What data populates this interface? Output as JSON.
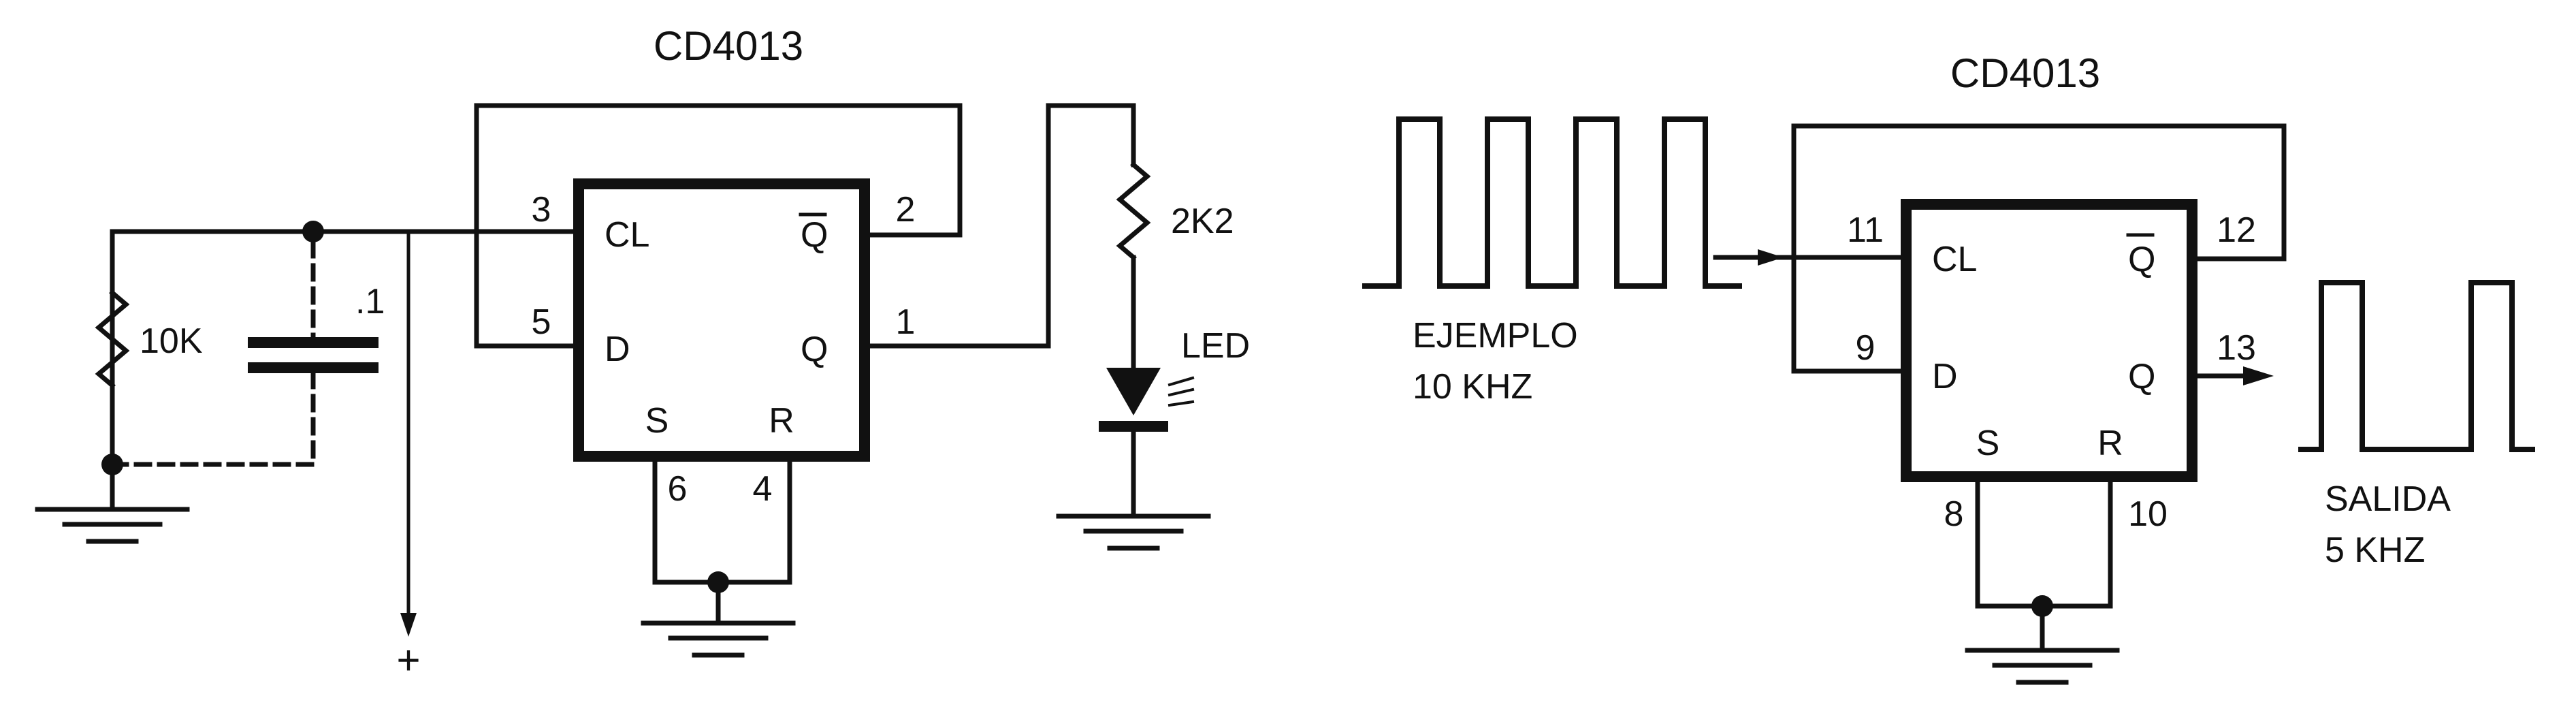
{
  "left_circuit": {
    "chip_title": "CD4013",
    "pins": {
      "cl": "3",
      "d": "5",
      "qbar": "2",
      "q": "1",
      "s": "6",
      "r": "4"
    },
    "chip_labels": {
      "cl": "CL",
      "d": "D",
      "qbar": "Q",
      "q": "Q",
      "s": "S",
      "r": "R"
    },
    "resistor_label": "10K",
    "capacitor_label": ".1",
    "supply_label": "+",
    "led_resistor_label": "2K2",
    "led_label": "LED"
  },
  "right_circuit": {
    "chip_title": "CD4013",
    "pins": {
      "cl": "11",
      "d": "9",
      "qbar": "12",
      "q": "13",
      "s": "8",
      "r": "10"
    },
    "chip_labels": {
      "cl": "CL",
      "d": "D",
      "qbar": "Q",
      "q": "Q",
      "s": "S",
      "r": "R"
    },
    "input_label_line1": "EJEMPLO",
    "input_label_line2": "10 KHZ",
    "output_label_line1": "SALIDA",
    "output_label_line2": "5 KHZ"
  }
}
